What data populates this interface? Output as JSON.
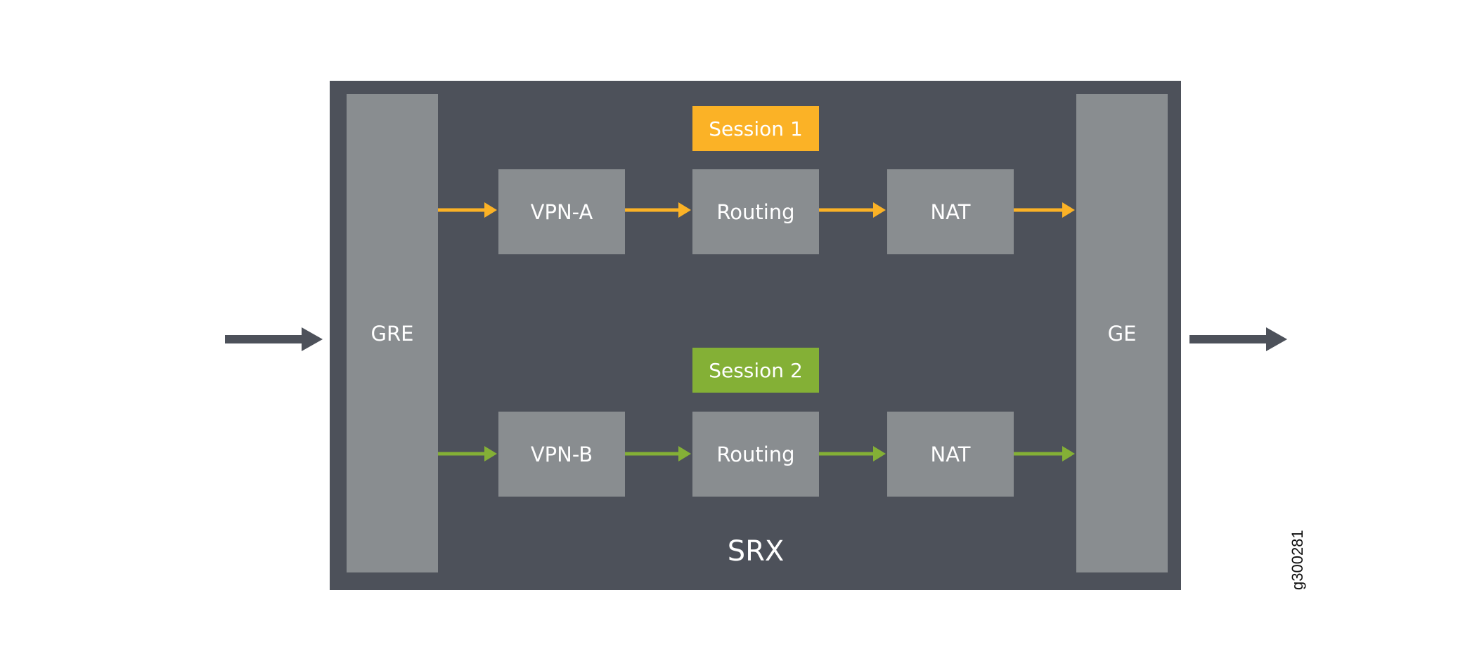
{
  "diagram": {
    "container_label": "SRX",
    "ingress_port": "GRE",
    "egress_port": "GE",
    "figure_id": "g300281",
    "colors": {
      "container": "#4d515a",
      "block": "#898d90",
      "session1": "#fbb226",
      "session2": "#84b036",
      "external_arrow": "#4d515a"
    },
    "sessions": [
      {
        "label": "Session 1",
        "color": "#fbb226",
        "stages": [
          "VPN-A",
          "Routing",
          "NAT"
        ]
      },
      {
        "label": "Session 2",
        "color": "#84b036",
        "stages": [
          "VPN-B",
          "Routing",
          "NAT"
        ]
      }
    ]
  }
}
